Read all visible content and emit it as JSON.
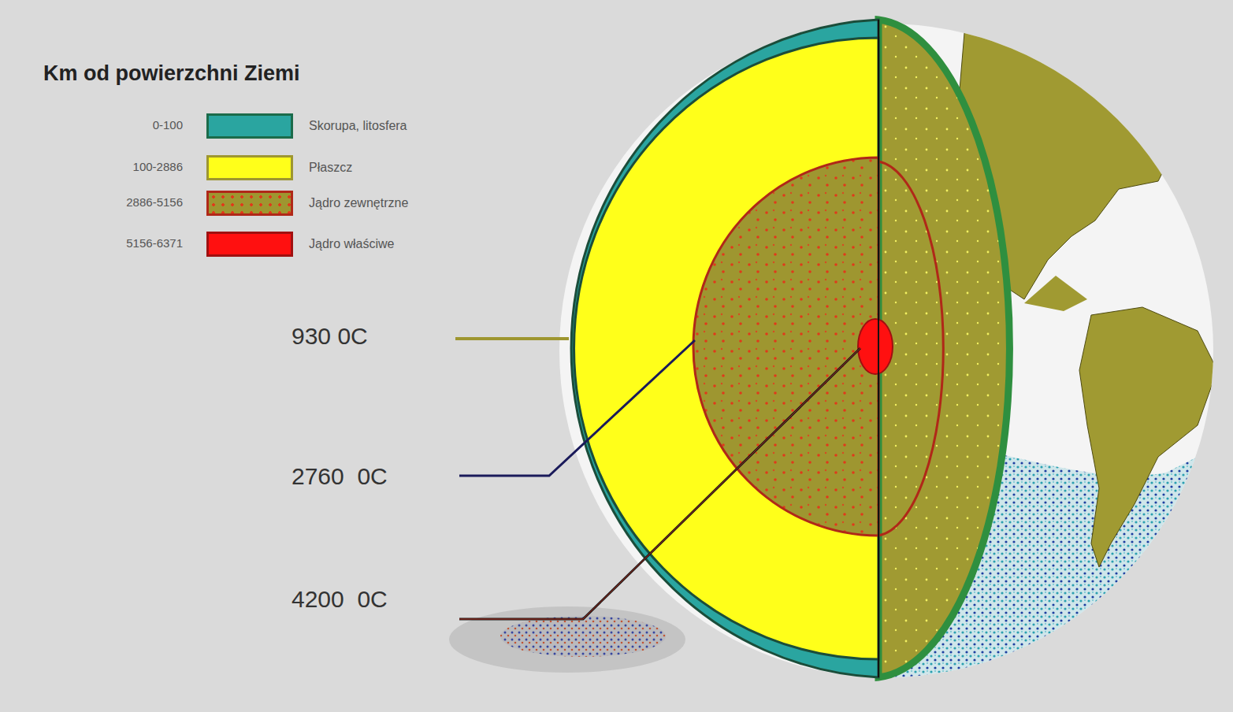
{
  "diagram": {
    "title": "Km od powierzchni Ziemi",
    "labels": [
      "0-100",
      "100-2886",
      "2886-5156",
      "5156-6371",
      "930 0C",
      "2760  0C",
      "4200  0C"
    ],
    "legend": [
      {
        "text": "Skorupa, litosfera",
        "color": "#2aa5a0"
      },
      {
        "text": "Płaszcz",
        "color": "#ffff1a"
      },
      {
        "text": "Jądro zewnętrzne",
        "color": "#9e9630"
      },
      {
        "text": "Jądro właściwe",
        "color": "#ff1010"
      }
    ]
  }
}
